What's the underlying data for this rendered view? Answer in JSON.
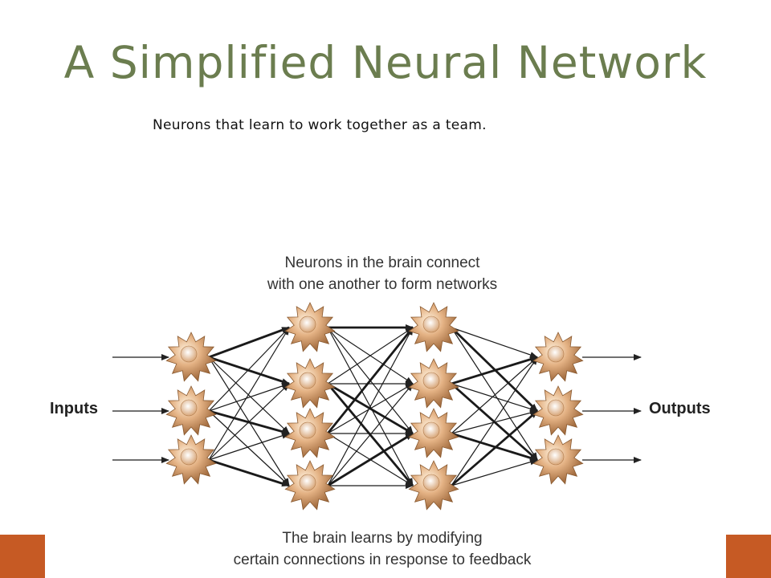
{
  "slide": {
    "title": "A Simplified Neural Network",
    "subtitle": "Neurons that learn to work together as a team."
  },
  "diagram": {
    "caption_top": [
      "Neurons in the brain connect",
      "with one another to form networks"
    ],
    "caption_bottom": [
      "The brain learns by modifying",
      "certain connections in response to feedback"
    ],
    "inputs_label": "Inputs",
    "outputs_label": "Outputs",
    "layers": [
      3,
      4,
      4,
      3
    ]
  },
  "colors": {
    "title": "#6b7d4f",
    "accent": "#c65a24",
    "neuron": "#d9a070"
  }
}
